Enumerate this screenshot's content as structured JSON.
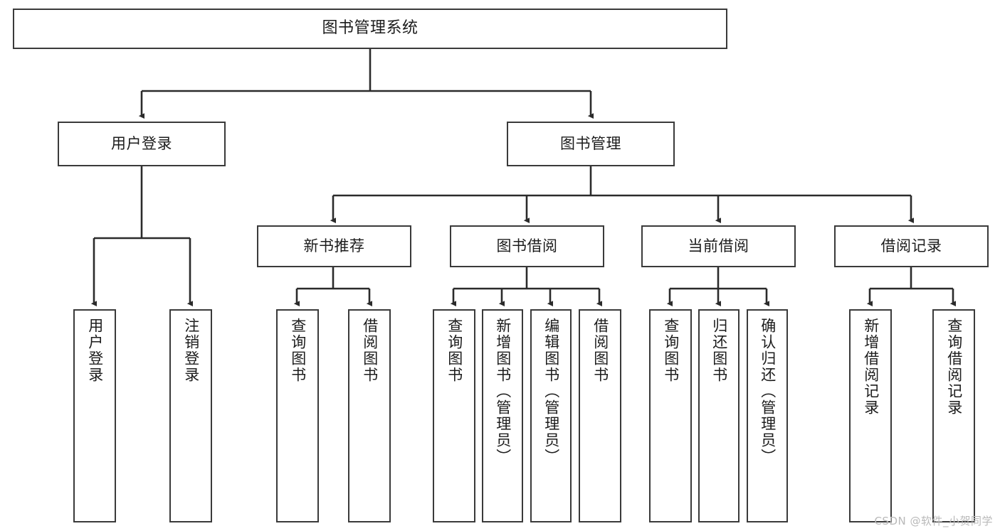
{
  "diagram": {
    "title": "图书管理系统",
    "type": "tree-hierarchy",
    "watermark": "CSDN @软件_小贺同学",
    "colors": {
      "background": "#ffffff",
      "box_border": "#3a3a3a",
      "box_fill": "#ffffff",
      "text": "#1c1c1c",
      "edge": "#2b2b2b",
      "watermark": "#b9b9b9"
    },
    "root": {
      "label": "图书管理系统"
    },
    "level2": [
      {
        "label": "用户登录"
      },
      {
        "label": "图书管理"
      }
    ],
    "level3": [
      {
        "label": "新书推荐"
      },
      {
        "label": "图书借阅"
      },
      {
        "label": "当前借阅"
      },
      {
        "label": "借阅记录"
      }
    ],
    "leaves": {
      "user_login": [
        {
          "label": "用户登录"
        },
        {
          "label": "注销登录"
        }
      ],
      "new_book_recommend": [
        {
          "label": "查询图书"
        },
        {
          "label": "借阅图书"
        }
      ],
      "book_borrow": [
        {
          "label": "查询图书"
        },
        {
          "label": "新增图书（管理员）"
        },
        {
          "label": "编辑图书（管理员）"
        },
        {
          "label": "借阅图书"
        }
      ],
      "current_borrow": [
        {
          "label": "查询图书"
        },
        {
          "label": "归还图书"
        },
        {
          "label": "确认归还（管理员）"
        }
      ],
      "borrow_record": [
        {
          "label": "新增借阅记录"
        },
        {
          "label": "查询借阅记录"
        }
      ]
    }
  }
}
